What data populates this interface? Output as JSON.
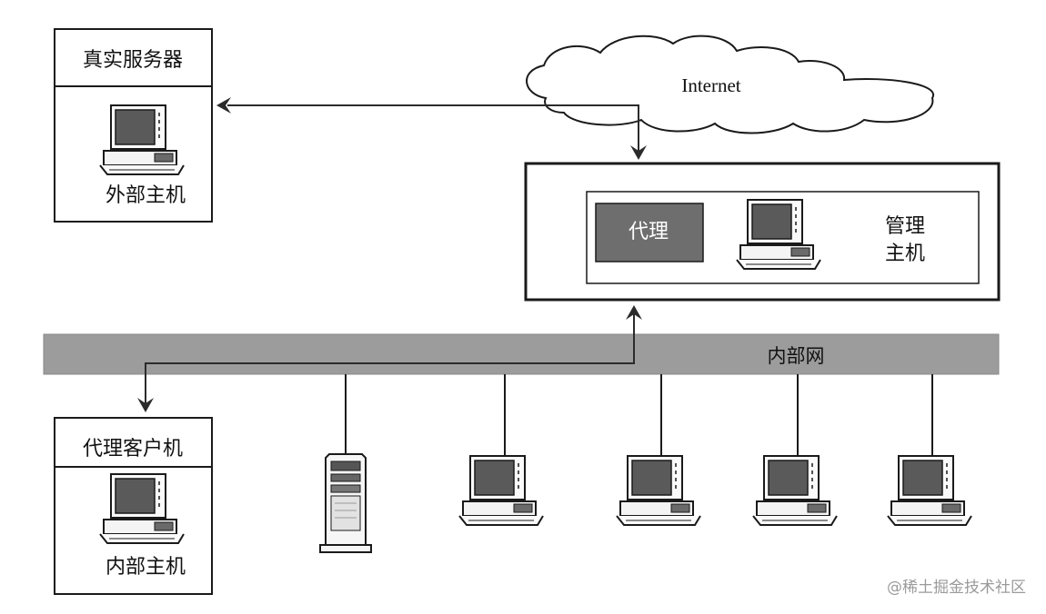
{
  "external_server": {
    "title": "真实服务器",
    "host_label": "外部主机"
  },
  "internet": {
    "label": "Internet"
  },
  "proxy_server": {
    "proxy_label": "代理",
    "mgmt_label_line1": "管理",
    "mgmt_label_line2": "主机"
  },
  "lan": {
    "label": "内部网"
  },
  "proxy_client": {
    "title": "代理客户机",
    "host_label": "内部主机"
  },
  "watermark": "@稀土掘金技术社区"
}
